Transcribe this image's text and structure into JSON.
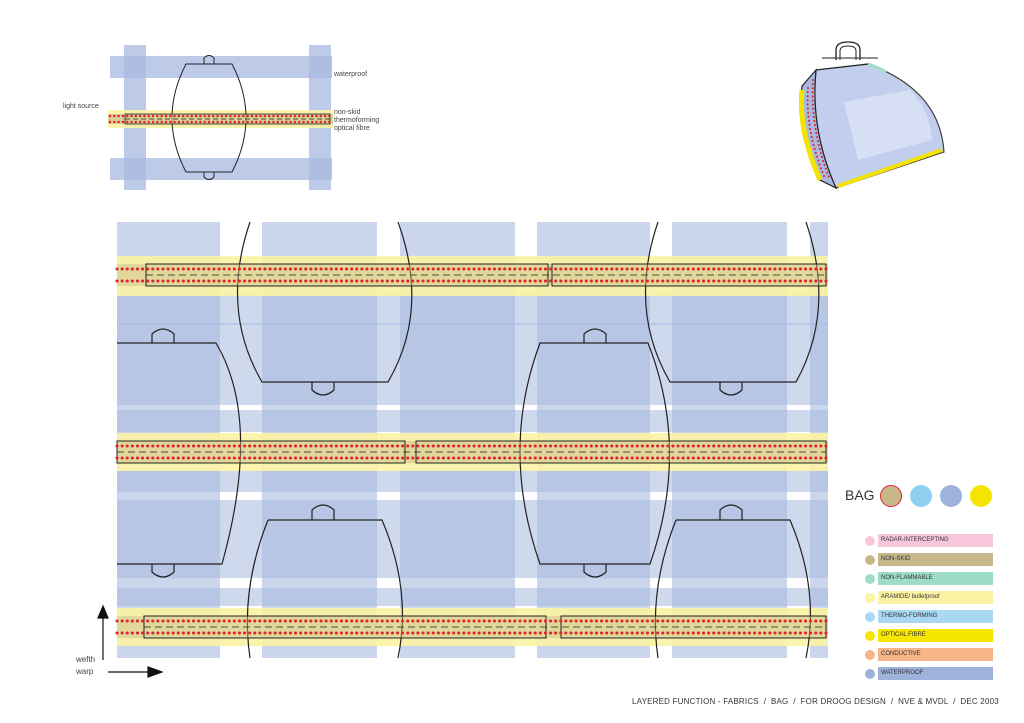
{
  "small_diagram": {
    "light_source": "light source",
    "waterproof": "waterproof",
    "non_skid": "non-skid",
    "thermoforming": "thermoforming",
    "optical_fibre": "optical fibre"
  },
  "axes": {
    "wefth": "wefth",
    "warp": "warp"
  },
  "bag_colors": {
    "label": "BAG",
    "swatches": [
      "#c8b98a",
      "#8ed0f0",
      "#9fb2dc",
      "#f5e400"
    ]
  },
  "legend": [
    {
      "label": "RADAR-INTERCEPTING",
      "color": "#f7c6da"
    },
    {
      "label": "NON-SKID",
      "color": "#c7b88b"
    },
    {
      "label": "NON-FLAMMABLE",
      "color": "#9fdcc8"
    },
    {
      "label": "ARAMIDE/ bulletproof",
      "color": "#fbf3a3"
    },
    {
      "label": "THERMO-FORMING",
      "color": "#a9d8f3"
    },
    {
      "label": "OPTICAL FIBRE",
      "color": "#f7e600"
    },
    {
      "label": "CONDUCTIVE",
      "color": "#f6b487"
    },
    {
      "label": "WATERPROOF",
      "color": "#9fb2dc"
    }
  ],
  "footer": "LAYERED FUNCTION - FABRICS  /  BAG  /  FOR DROOG DESIGN  /  NVE & MVDL  /  DEC 2003"
}
